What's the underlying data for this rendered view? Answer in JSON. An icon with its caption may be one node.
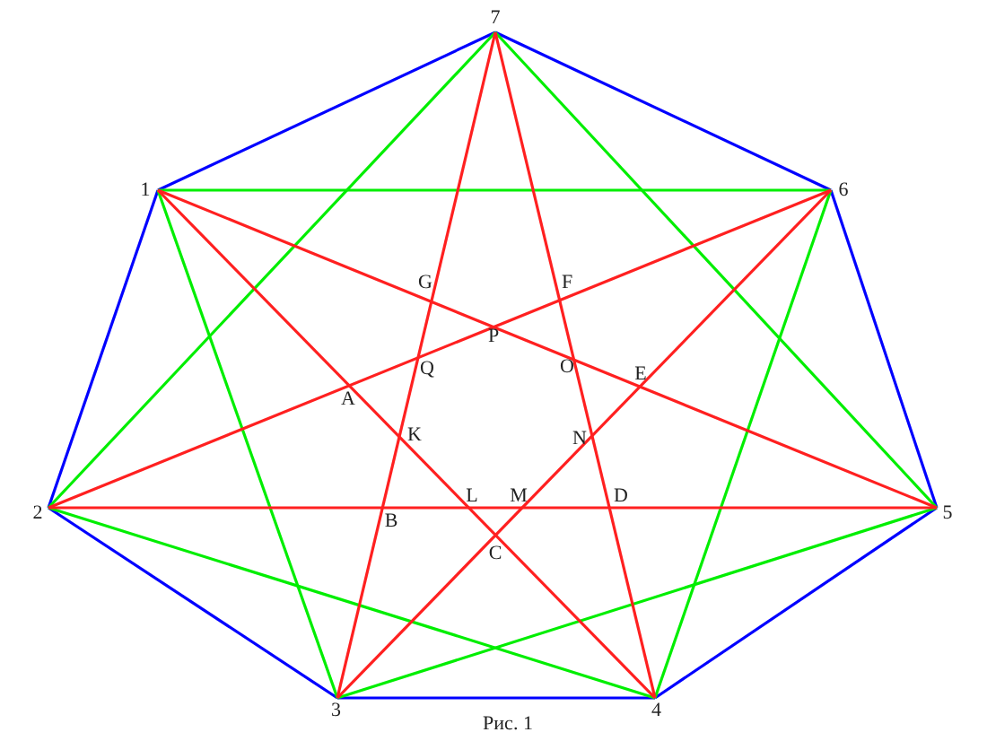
{
  "diagram": {
    "caption": "Рис. 1",
    "nodes": [
      {
        "text": [
          "7"
        ]
      },
      {
        "text": [
          "1"
        ]
      },
      {
        "text": [
          "6"
        ]
      },
      {
        "text": [
          "2"
        ]
      },
      {
        "text": [
          "5"
        ]
      },
      {
        "text": [
          "3"
        ]
      },
      {
        "text": [
          "4"
        ]
      }
    ],
    "edges": [
      {
        "from": 0,
        "to": 2,
        "arrow": "none",
        "color": "#0000ff"
      },
      {
        "from": 2,
        "to": 4,
        "arrow": "none",
        "color": "#0000ff"
      },
      {
        "from": 4,
        "to": 6,
        "arrow": "none",
        "color": "#0000ff"
      },
      {
        "from": 6,
        "to": 5,
        "arrow": "none",
        "color": "#0000ff"
      },
      {
        "from": 5,
        "to": 3,
        "arrow": "none",
        "color": "#0000ff"
      },
      {
        "from": 3,
        "to": 1,
        "arrow": "none",
        "color": "#0000ff"
      },
      {
        "from": 1,
        "to": 0,
        "arrow": "none",
        "color": "#0000ff"
      },
      {
        "from": 1,
        "to": 5,
        "arrow": "none",
        "color": "#00ee00"
      },
      {
        "from": 3,
        "to": 6,
        "arrow": "none",
        "color": "#00ee00"
      },
      {
        "from": 5,
        "to": 4,
        "arrow": "none",
        "color": "#00ee00"
      },
      {
        "from": 6,
        "to": 2,
        "arrow": "none",
        "color": "#00ee00"
      },
      {
        "from": 4,
        "to": 0,
        "arrow": "none",
        "color": "#00ee00"
      },
      {
        "from": 2,
        "to": 1,
        "arrow": "none",
        "color": "#00ee00"
      },
      {
        "from": 0,
        "to": 3,
        "arrow": "none",
        "color": "#00ee00"
      },
      {
        "from": 1,
        "to": 6,
        "arrow": "none",
        "color": "#ff2020"
      },
      {
        "from": 3,
        "to": 4,
        "arrow": "none",
        "color": "#ff2020"
      },
      {
        "from": 5,
        "to": 2,
        "arrow": "none",
        "color": "#ff2020"
      },
      {
        "from": 6,
        "to": 0,
        "arrow": "none",
        "color": "#ff2020"
      },
      {
        "from": 4,
        "to": 1,
        "arrow": "none",
        "color": "#ff2020"
      },
      {
        "from": 2,
        "to": 3,
        "arrow": "none",
        "color": "#ff2020"
      },
      {
        "from": 0,
        "to": 5,
        "arrow": "none",
        "color": "#ff2020"
      }
    ],
    "labels": [
      "G",
      "F",
      "P",
      "Q",
      "O",
      "E",
      "A",
      "K",
      "N",
      "L",
      "M",
      "D",
      "B",
      "C"
    ]
  }
}
